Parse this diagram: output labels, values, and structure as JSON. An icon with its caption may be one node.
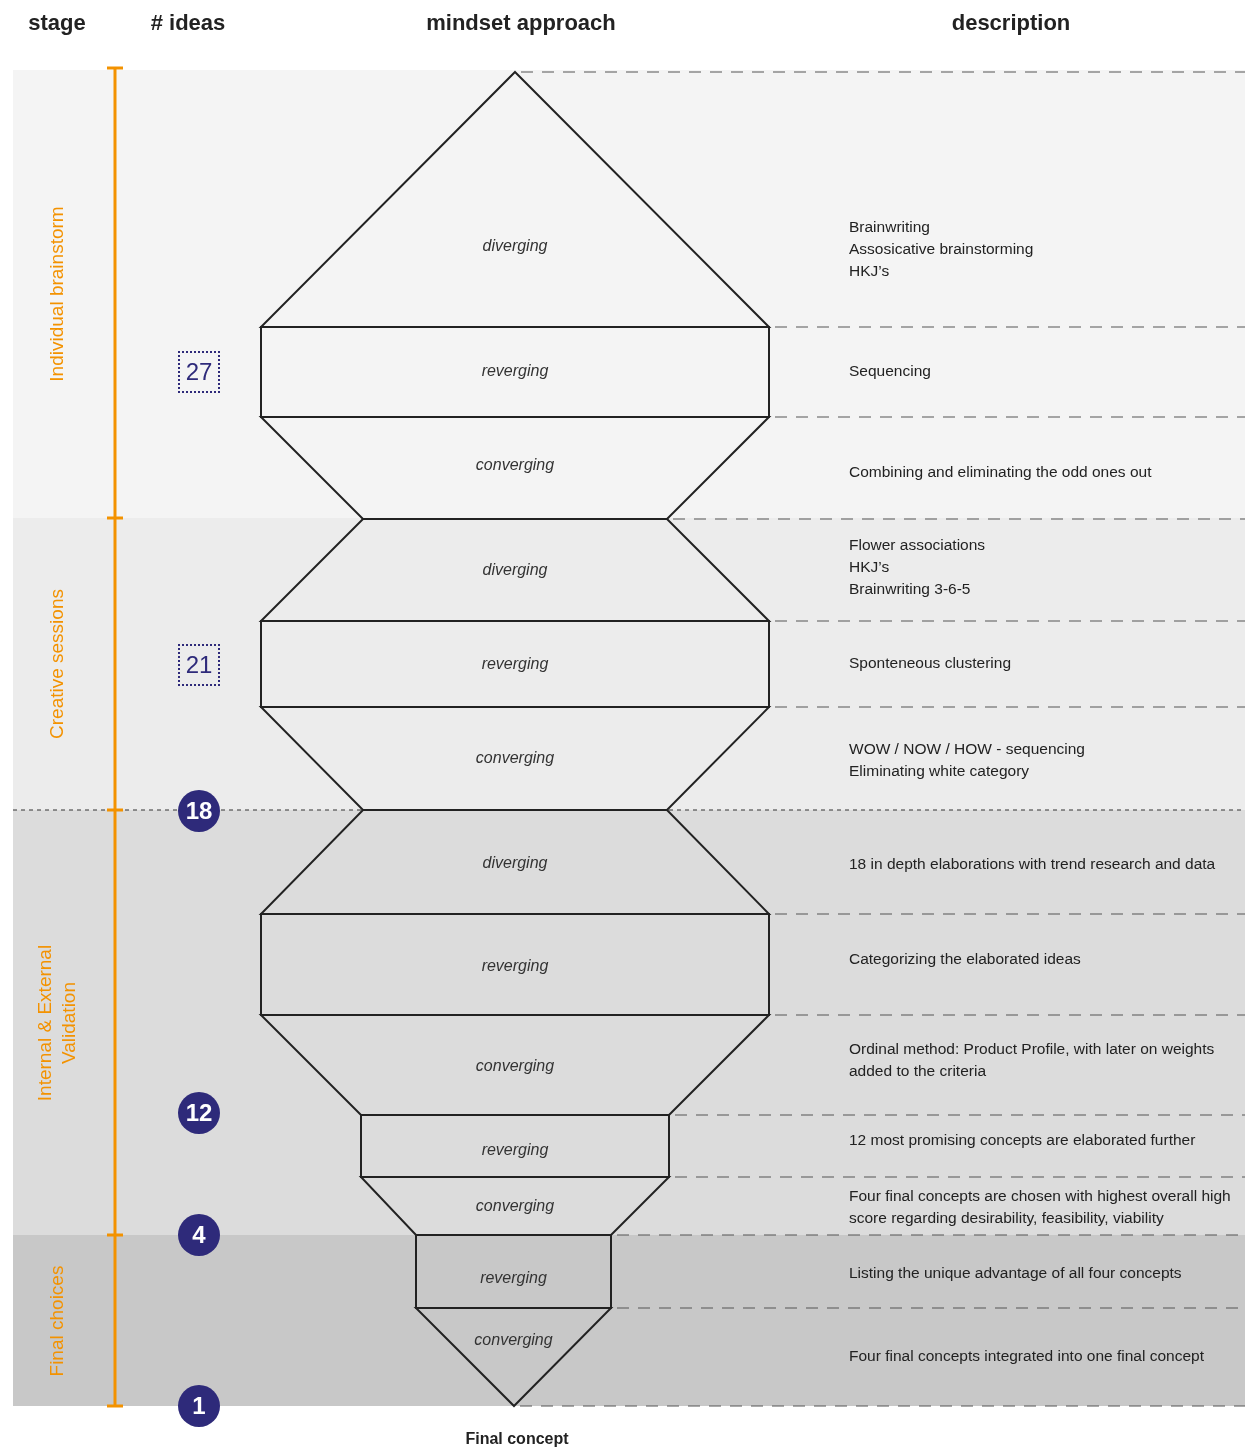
{
  "diagram": {
    "nodes": [
      {
        "text": [
          "Individual brainstorm"
        ]
      },
      {
        "text": [
          "diverging"
        ],
        "in": 0
      },
      {
        "text": [
          "reverging"
        ],
        "in": 0
      },
      {
        "text": [
          "converging"
        ],
        "in": 0
      },
      {
        "text": [
          "27"
        ],
        "in": 0
      },
      {
        "text": [
          "Creative sessions"
        ]
      },
      {
        "text": [
          "diverging"
        ],
        "in": 5
      },
      {
        "text": [
          "reverging"
        ],
        "in": 5
      },
      {
        "text": [
          "converging"
        ],
        "in": 5
      },
      {
        "text": [
          "21"
        ],
        "in": 5
      },
      {
        "text": [
          "18"
        ]
      },
      {
        "text": [
          "Internal & External Validation"
        ]
      },
      {
        "text": [
          "diverging"
        ],
        "in": 11
      },
      {
        "text": [
          "reverging"
        ],
        "in": 11
      },
      {
        "text": [
          "converging"
        ],
        "in": 11
      },
      {
        "text": [
          "reverging"
        ],
        "in": 11
      },
      {
        "text": [
          "converging"
        ],
        "in": 11
      },
      {
        "text": [
          "12"
        ],
        "in": 11
      },
      {
        "text": [
          "4"
        ]
      },
      {
        "text": [
          "Final choices"
        ]
      },
      {
        "text": [
          "reverging"
        ],
        "in": 19
      },
      {
        "text": [
          "converging"
        ],
        "in": 19
      },
      {
        "text": [
          "1"
        ]
      }
    ],
    "labels": [
      "stage",
      "# ideas",
      "mindset approach",
      "description",
      "Brainwriting",
      "Assosicative brainstorming",
      "HKJ’s",
      "Sequencing",
      "Combining and eliminating the odd ones out",
      "Flower associations",
      "HKJ’s",
      "Brainwriting 3-6-5",
      "Sponteneous clustering",
      "WOW / NOW / HOW - sequencing",
      "Eliminating white category",
      "18 in depth elaborations with trend research and data",
      "Categorizing the elaborated ideas",
      "Ordinal method: Product Profile, with later on weights added to the criteria",
      "12 most promising concepts are elaborated further",
      "Four final concepts are chosen with highest overall high score regarding desirability, feasibility, viability",
      "Listing the unique advantage of all four concepts",
      "Four final concepts integrated into one final concept",
      "Final concept"
    ]
  }
}
